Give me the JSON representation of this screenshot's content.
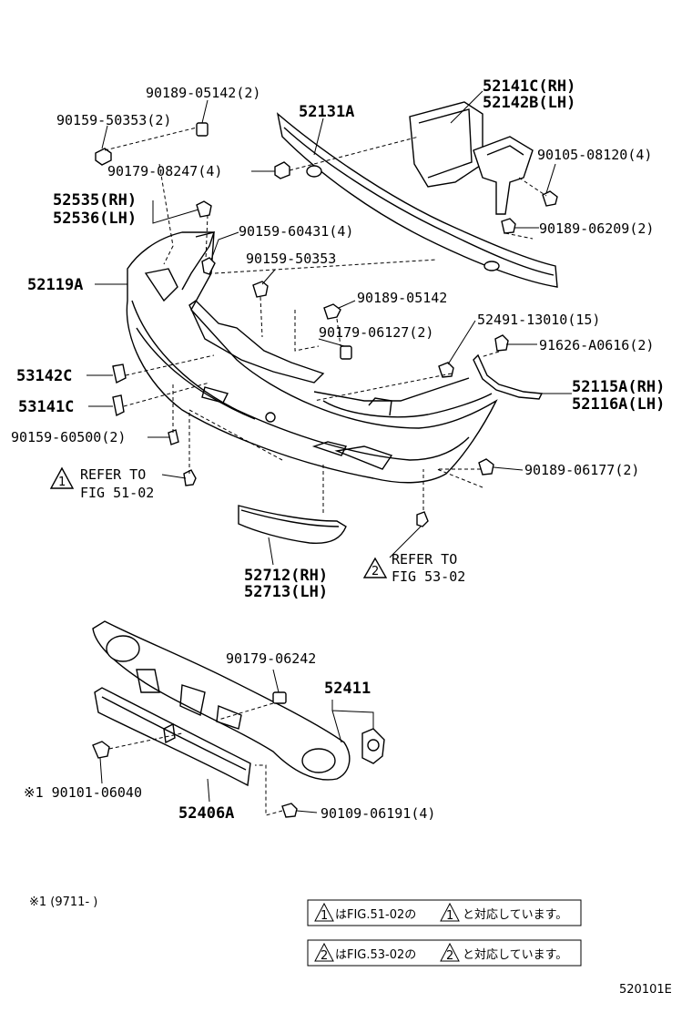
{
  "labels": {
    "p90189_05142_2": "90189-05142(2)",
    "p90159_50353_2": "90159-50353(2)",
    "p52131A": "52131A",
    "p52141C": "52141C(RH)",
    "p52142B": "52142B(LH)",
    "p90105_08120": "90105-08120(4)",
    "p90179_08247": "90179-08247(4)",
    "p52535": "52535(RH)",
    "p52536": "52536(LH)",
    "p90159_60431": "90159-60431(4)",
    "p90189_06209": "90189-06209(2)",
    "p52119A": "52119A",
    "p90159_50353": "90159-50353",
    "p90189_05142": "90189-05142",
    "p52491": "52491-13010(15)",
    "p90179_06127": "90179-06127(2)",
    "p91626": "91626-A0616(2)",
    "p53142C": "53142C",
    "p52115A": "52115A(RH)",
    "p52116A": "52116A(LH)",
    "p53141C": "53141C",
    "p90159_60500": "90159-60500(2)",
    "p90189_06177": "90189-06177(2)",
    "refer1_a": "REFER TO",
    "refer1_b": "FIG 51-02",
    "refer1_num": "1",
    "p52712": "52712(RH)",
    "p52713": "52713(LH)",
    "refer2_a": "REFER TO",
    "refer2_b": "FIG 53-02",
    "refer2_num": "2",
    "p90179_06242": "90179-06242",
    "p52411": "52411",
    "p90101_06040": "※1 90101-06040",
    "p52406A": "52406A",
    "p90109_06191": "90109-06191(4)"
  },
  "footnote": "※1 (9711-      )",
  "notes": [
    {
      "num": "1",
      "pre": "はFIG.51-02の",
      "post": "と対応しています。"
    },
    {
      "num": "2",
      "pre": "はFIG.53-02の",
      "post": "と対応しています。"
    }
  ],
  "figure_id": "520101E"
}
